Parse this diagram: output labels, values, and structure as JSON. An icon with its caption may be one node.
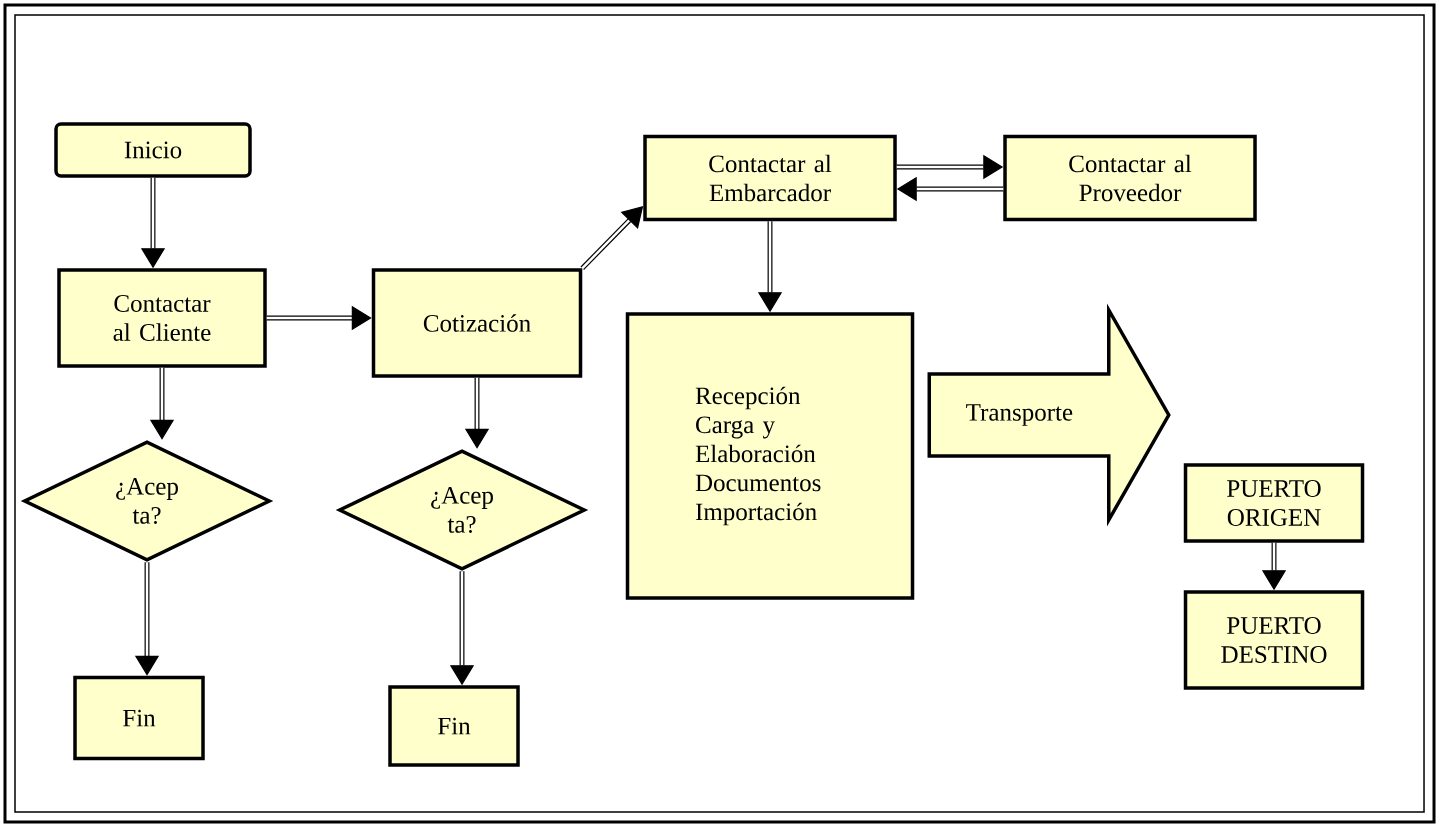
{
  "diagram": {
    "nodes": [
      {
        "text": [
          "Inicio"
        ]
      },
      {
        "text": [
          "Contactar al Embarcador"
        ]
      },
      {
        "text": [
          "Contactar al Proveedor"
        ]
      },
      {
        "text": [
          "Contactar al Cliente"
        ]
      },
      {
        "text": [
          "Cotización"
        ]
      },
      {
        "text": [
          "Recepción Carga y Elaboración Documentos Importación"
        ]
      },
      {
        "text": [
          "¿Acep ta?"
        ]
      },
      {
        "text": [
          "¿Acep ta?"
        ]
      },
      {
        "text": [
          "PUERTO ORIGEN"
        ]
      },
      {
        "text": [
          "Fin"
        ]
      },
      {
        "text": [
          "Fin"
        ]
      },
      {
        "text": [
          "PUERTO DESTINO"
        ]
      }
    ],
    "edges": [
      {
        "from": 0,
        "to": 3,
        "arrow": "to"
      },
      {
        "from": 3,
        "to": 4,
        "arrow": "to"
      },
      {
        "from": 4,
        "to": 1,
        "arrow": "to"
      },
      {
        "from": 1,
        "to": 2,
        "arrow": "to"
      },
      {
        "from": 2,
        "to": 1,
        "arrow": "to"
      },
      {
        "from": 1,
        "to": 5,
        "arrow": "to"
      },
      {
        "from": 3,
        "to": 6,
        "arrow": "to"
      },
      {
        "from": 4,
        "to": 7,
        "arrow": "to"
      },
      {
        "from": 6,
        "to": 9,
        "arrow": "to"
      },
      {
        "from": 7,
        "to": 10,
        "arrow": "to"
      },
      {
        "from": 5,
        "to": 8,
        "arrow": "to",
        "label": "Transporte",
        "style": "thick"
      },
      {
        "from": 8,
        "to": 11,
        "arrow": "to"
      }
    ]
  }
}
